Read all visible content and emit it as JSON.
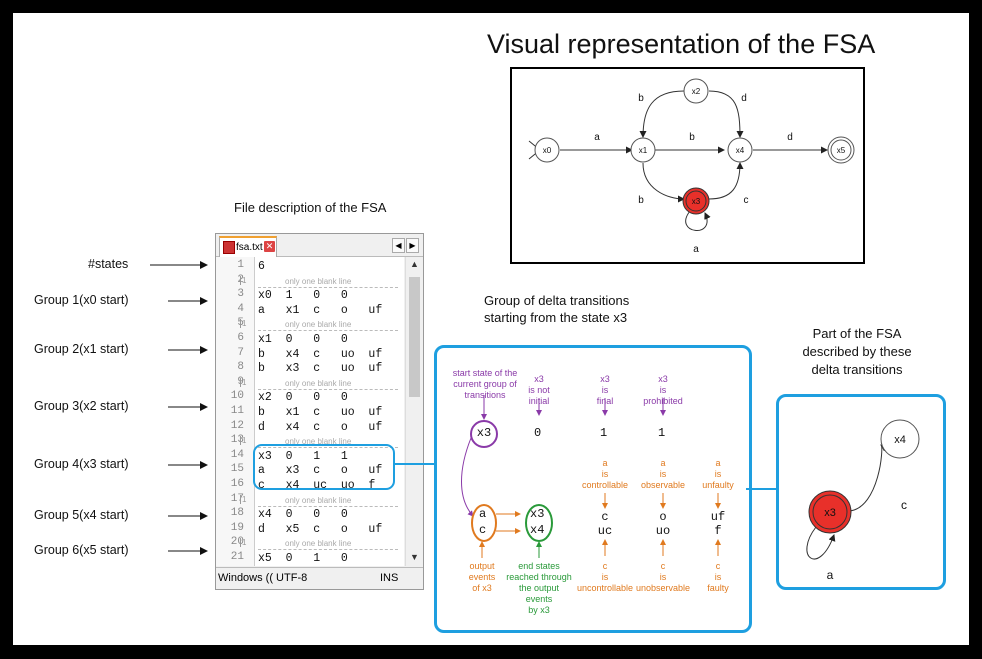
{
  "title": "Visual representation of the FSA",
  "file_description_title": "File description of the FSA",
  "editor": {
    "tab_label": "fsa.txt",
    "lines": [
      {
        "n": "1",
        "text": "6",
        "blank": false
      },
      {
        "n": "2",
        "text": "",
        "blank": true
      },
      {
        "n": "3",
        "text": "x0  1   0   0",
        "blank": false
      },
      {
        "n": "4",
        "text": "a   x1  c   o   uf",
        "blank": false
      },
      {
        "n": "5",
        "text": "",
        "blank": true
      },
      {
        "n": "6",
        "text": "x1  0   0   0",
        "blank": false
      },
      {
        "n": "7",
        "text": "b   x4  c   uo  uf",
        "blank": false
      },
      {
        "n": "8",
        "text": "b   x3  c   uo  uf",
        "blank": false
      },
      {
        "n": "9",
        "text": "",
        "blank": true
      },
      {
        "n": "10",
        "text": "x2  0   0   0",
        "blank": false
      },
      {
        "n": "11",
        "text": "b   x1  c   uo  uf",
        "blank": false
      },
      {
        "n": "12",
        "text": "d   x4  c   o   uf",
        "blank": false
      },
      {
        "n": "13",
        "text": "",
        "blank": true
      },
      {
        "n": "14",
        "text": "x3  0   1   1",
        "blank": false
      },
      {
        "n": "15",
        "text": "a   x3  c   o   uf",
        "blank": false
      },
      {
        "n": "16",
        "text": "c   x4  uc  uo  f",
        "blank": false
      },
      {
        "n": "17",
        "text": "",
        "blank": true
      },
      {
        "n": "18",
        "text": "x4  0   0   0",
        "blank": false
      },
      {
        "n": "19",
        "text": "d   x5  c   o   uf",
        "blank": false
      },
      {
        "n": "20",
        "text": "",
        "blank": true
      },
      {
        "n": "21",
        "text": "x5  0   1   0",
        "blank": false
      }
    ],
    "blank_note": "only one blank line",
    "blank_marker": "1",
    "status_left": "Windows (( UTF-8",
    "status_right": "INS"
  },
  "group_labels": [
    "#states",
    "Group 1(x0 start)",
    "Group 2(x1 start)",
    "Group 3(x2 start)",
    "Group 4(x3 start)",
    "Group 5(x4 start)",
    "Group 6(x5 start)"
  ],
  "fsa": {
    "states": [
      "x0",
      "x1",
      "x2",
      "x3",
      "x4",
      "x5"
    ],
    "edge_labels": [
      "a",
      "b",
      "d",
      "b",
      "d",
      "b",
      "c",
      "a"
    ]
  },
  "delta": {
    "heading_line1": "Group of delta transitions",
    "heading_line2": "starting from the state x3",
    "start_state_note": [
      "start state of the",
      "current group of",
      "transitions"
    ],
    "initial_note": [
      "x3",
      "is not",
      "initial"
    ],
    "final_note": [
      "x3",
      "is",
      "final"
    ],
    "prohibited_note": [
      "x3",
      "is",
      "prohibited"
    ],
    "state_label": "x3",
    "initial_value": "0",
    "final_value": "1",
    "prohibited_value": "1",
    "events": [
      "a",
      "c"
    ],
    "targets": [
      "x3",
      "x4"
    ],
    "ctrl_top": [
      "a",
      "is",
      "controllable"
    ],
    "obs_top": [
      "a",
      "is",
      "observable"
    ],
    "fault_top": [
      "a",
      "is",
      "unfaulty"
    ],
    "ctrl_values": [
      "c",
      "uc"
    ],
    "obs_values": [
      "o",
      "uo"
    ],
    "fault_values": [
      "uf",
      "f"
    ],
    "output_events_note": [
      "output",
      "events",
      "of x3"
    ],
    "end_states_note": [
      "end states",
      "reached through",
      "the output",
      "events",
      "by x3"
    ],
    "ctrl_bottom": [
      "c",
      "is",
      "uncontrollable"
    ],
    "obs_bottom": [
      "c",
      "is",
      "unobservable"
    ],
    "fault_bottom": [
      "c",
      "is",
      "faulty"
    ]
  },
  "part": {
    "heading": [
      "Part of the FSA",
      "described by these",
      "delta transitions"
    ],
    "states": [
      "x3",
      "x4"
    ],
    "edge_labels": [
      "c",
      "a"
    ]
  },
  "colors": {
    "accent_blue": "#1e9fe0",
    "final_red": "#e8302a",
    "purple": "#8a3aa8",
    "orange": "#e07a1f",
    "green": "#2a9a3a"
  }
}
